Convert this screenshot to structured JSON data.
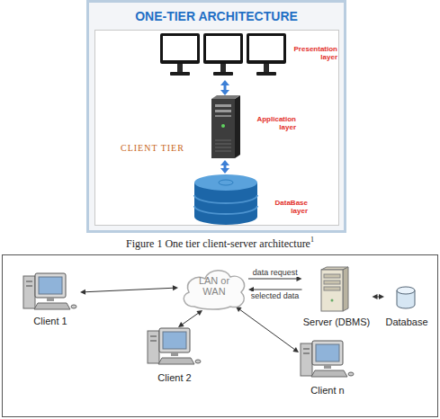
{
  "diagram": {
    "title": "ONE-TIER ARCHITECTURE",
    "caption": "Figure 1 One tier client-server architecture",
    "nodes": [
      {
        "text": [
          "CLIENT TIER"
        ]
      },
      {
        "text": [
          "Presentation layer"
        ],
        "in": 0
      },
      {
        "text": [
          "Application layer"
        ],
        "in": 0
      },
      {
        "text": [
          "DataBase layer"
        ],
        "in": 0
      },
      {
        "text": [
          "Client 1"
        ]
      },
      {
        "text": [
          "LAN or WAN"
        ]
      },
      {
        "text": [
          "Server (DBMS)"
        ]
      },
      {
        "text": [
          "Database"
        ]
      },
      {
        "text": [
          "Client 2"
        ]
      },
      {
        "text": [
          "Client n"
        ]
      }
    ],
    "edges": [
      {
        "from": 1,
        "to": 2,
        "arrow": "both"
      },
      {
        "from": 2,
        "to": 3,
        "arrow": "both"
      },
      {
        "from": 4,
        "to": 5,
        "arrow": "both"
      },
      {
        "from": 5,
        "to": 6,
        "label": "data request",
        "arrow": "to"
      },
      {
        "from": 6,
        "to": 5,
        "label": "selected data",
        "arrow": "to"
      },
      {
        "from": 5,
        "to": 8,
        "arrow": "both"
      },
      {
        "from": 5,
        "to": 9,
        "arrow": "both"
      },
      {
        "from": 6,
        "to": 7,
        "arrow": "both"
      }
    ],
    "labels": [
      "1"
    ]
  }
}
